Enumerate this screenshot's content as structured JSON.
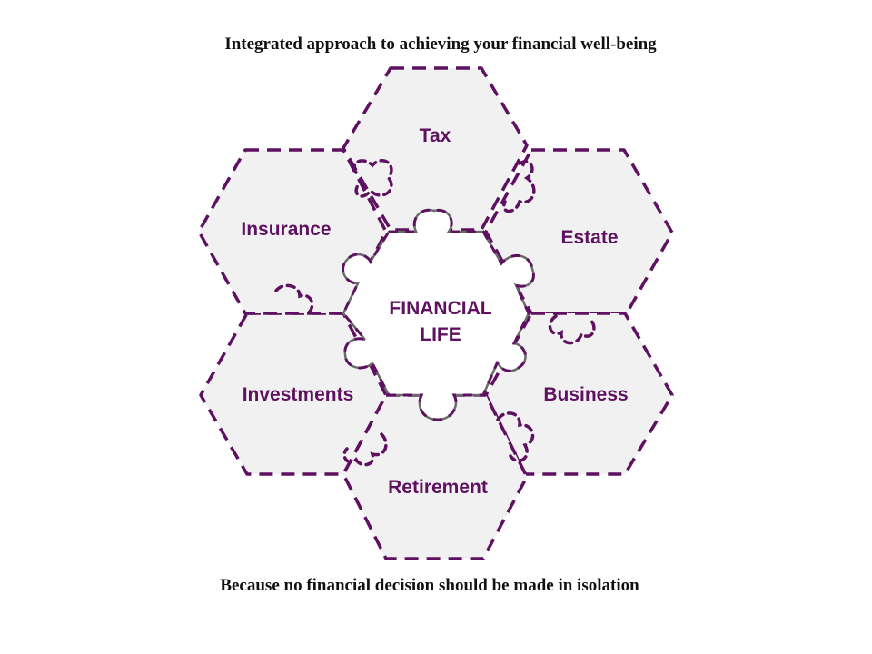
{
  "title": "Integrated approach to achieving your financial well-being",
  "footer": "Because no financial decision should be made in isolation",
  "center": {
    "line1": "FINANCIAL",
    "line2": "LIFE"
  },
  "segments": {
    "tax": "Tax",
    "estate": "Estate",
    "business": "Business",
    "retirement": "Retirement",
    "investments": "Investments",
    "insurance": "Insurance"
  },
  "colors": {
    "accent": "#5e1160",
    "fill": "#f2f1f2",
    "text": "#111111"
  }
}
